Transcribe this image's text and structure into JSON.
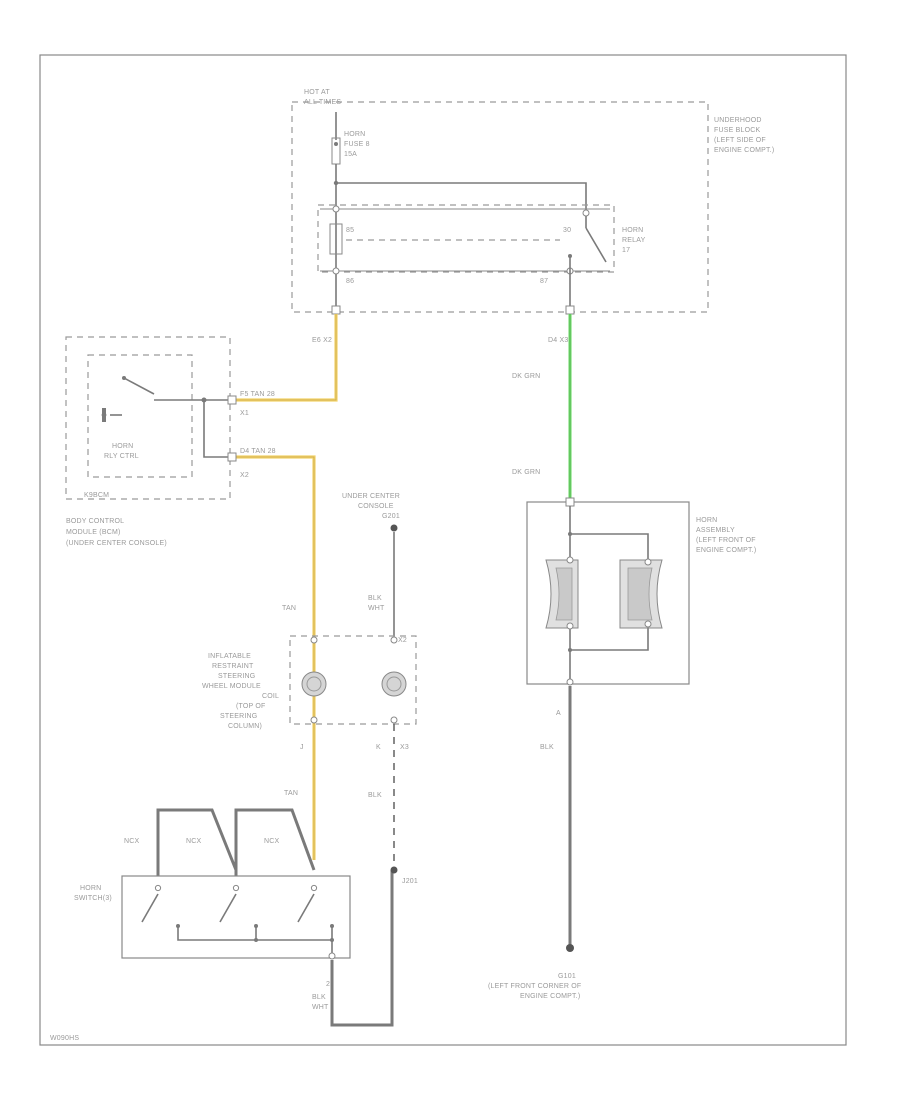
{
  "fuse_block": {
    "hot_label_1": "HOT AT",
    "hot_label_2": "ALL TIMES",
    "fuse_name": "HORN",
    "fuse_id": "FUSE 8",
    "fuse_rating": "15A",
    "title_1": "UNDERHOOD",
    "title_2": "FUSE BLOCK",
    "title_3": "(LEFT SIDE OF",
    "title_4": "ENGINE COMPT.)",
    "relay_1": "HORN",
    "relay_2": "RELAY",
    "relay_3": "17",
    "pin_left_top": "85",
    "pin_right_top": "30",
    "pin_left_bottom": "86",
    "pin_right_bottom": "87",
    "conn_left": "E6  X2",
    "conn_right": "D4  X3"
  },
  "bcm": {
    "relay_ctrl_1": "HORN",
    "relay_ctrl_2": "RLY CTRL",
    "wire1": "F5  TAN 28",
    "wire2": "D4  TAN 28",
    "conn1": "X1",
    "conn2": "X2",
    "corner": "K9BCM",
    "title_1": "BODY CONTROL",
    "title_2": "MODULE (BCM)",
    "title_3": "(UNDER CENTER CONSOLE)"
  },
  "ground_g201": {
    "label_1": "UNDER CENTER",
    "label_2": "CONSOLE",
    "id": "G201"
  },
  "coil": {
    "wire_tan": "TAN",
    "wire_blk": "BLK",
    "wire_wht": "WHT",
    "pin_top": "X2",
    "pin_left": "J",
    "pin_mid": "K",
    "pin_conn": "X3",
    "label_1": "INFLATABLE",
    "label_2": "RESTRAINT",
    "label_3": "STEERING",
    "label_4": "WHEEL MODULE",
    "label_5": "COIL",
    "label_6": "(TOP OF",
    "label_7": "STEERING",
    "label_8": "COLUMN)"
  },
  "horn_switch": {
    "wire_tan": "TAN",
    "wire_blk": "BLK",
    "nc1": "NCX",
    "nc2": "NCX",
    "nc3": "NCX",
    "label_1": "HORN",
    "label_2": "SWITCH(3)",
    "splice": "J201",
    "pin_bottom": "2",
    "blk": "BLK",
    "wht": "WHT"
  },
  "horn_assembly": {
    "wire_upper": "DK GRN",
    "wire_lower": "DK GRN",
    "label_1": "HORN",
    "label_2": "ASSEMBLY",
    "label_3": "(LEFT FRONT OF",
    "label_4": "ENGINE COMPT.)",
    "pin_a": "A",
    "wire_blk": "BLK"
  },
  "ground_g101": {
    "id": "G101",
    "label_1": "(LEFT FRONT CORNER OF",
    "label_2": "ENGINE COMPT.)"
  },
  "footer": {
    "code": "W090HS"
  },
  "colors": {
    "tan_wire": "#f2d36b",
    "green_wire": "#7ee07a",
    "line": "#7a7a7a",
    "text": "#9a9a9a"
  }
}
